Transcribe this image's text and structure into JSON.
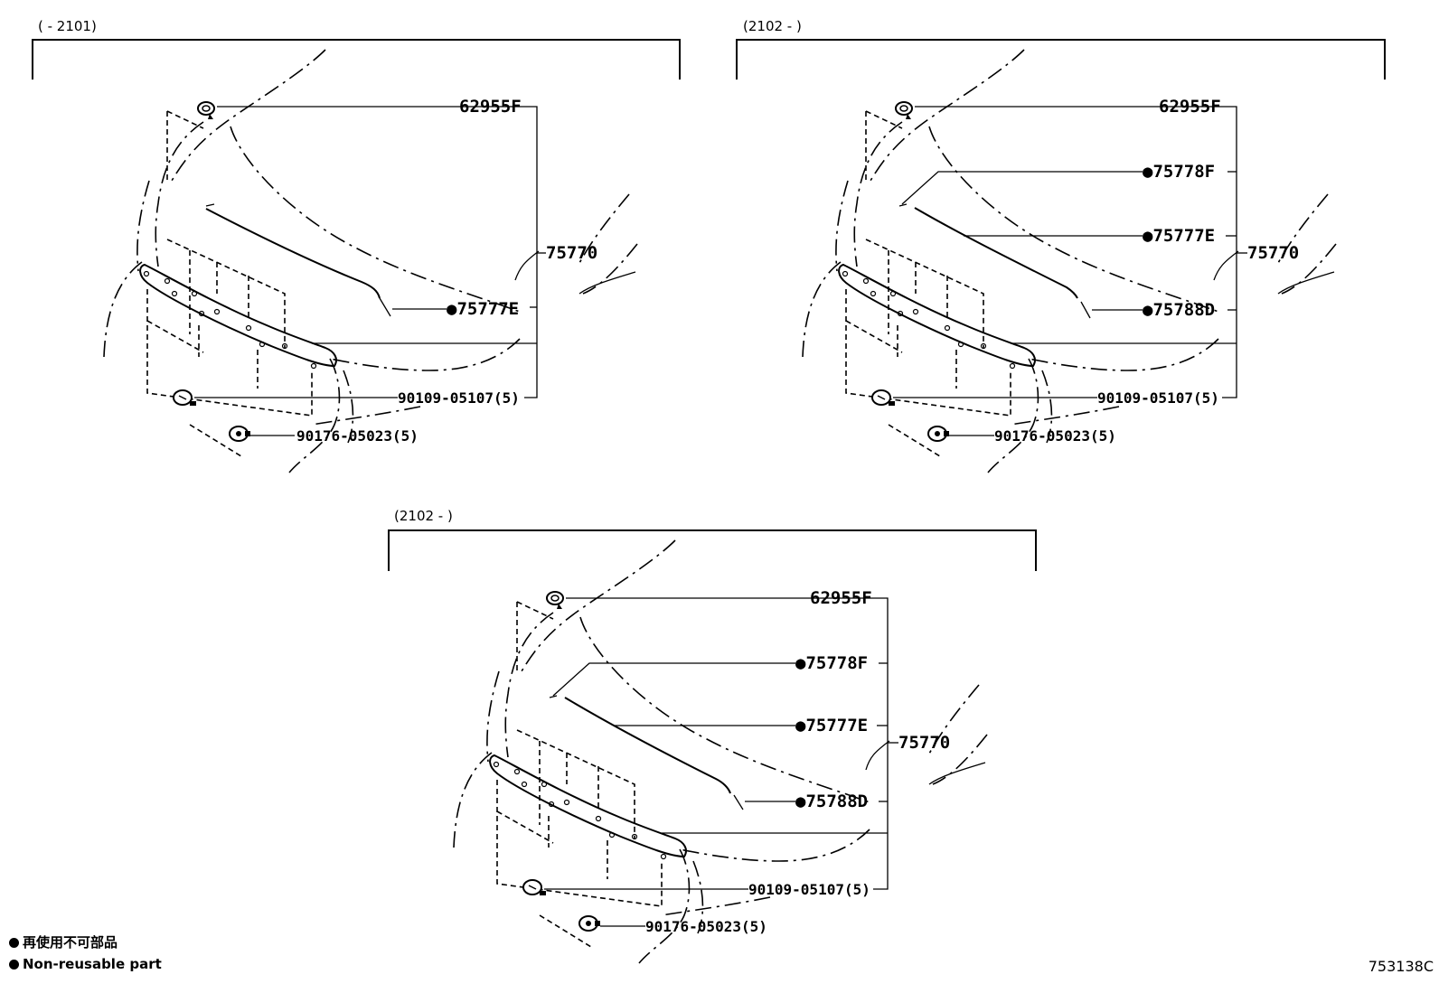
{
  "panels": [
    {
      "range": "(    - 2101)",
      "labels": {
        "clip": "62955F",
        "assy": "75770",
        "moulding_a": "●75777E",
        "screw": "90109-05107(5)",
        "nut": "90176-05023(5)"
      }
    },
    {
      "range": "(2102 -    )",
      "labels": {
        "clip": "62955F",
        "moulding_b": "●75778F",
        "moulding_a": "●75777E",
        "assy": "75770",
        "moulding_c": "●75788D",
        "screw": "90109-05107(5)",
        "nut": "90176-05023(5)"
      }
    },
    {
      "range": "(2102 -    )",
      "labels": {
        "clip": "62955F",
        "moulding_b": "●75778F",
        "moulding_a": "●75777E",
        "assy": "75770",
        "moulding_c": "●75788D",
        "screw": "90109-05107(5)",
        "nut": "90176-05023(5)"
      }
    }
  ],
  "legend": {
    "jp": "再使用不可部品",
    "en": "Non-reusable part"
  },
  "drawing_number": "753138C"
}
